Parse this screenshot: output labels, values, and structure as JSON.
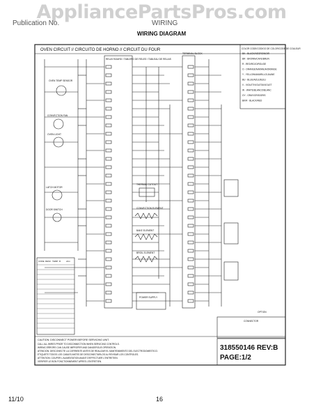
{
  "watermark": "AppliancePartsPros.com",
  "header": {
    "left_code": "Publication No.",
    "right_code": "WIRING"
  },
  "title": "WIRING DIAGRAM",
  "diagram": {
    "heading": "OVEN CIRCUIT // CIRCUITO DE HORNO // CIRCUIT DU FOUR",
    "relay_board": "RELAY BOARD / TABLERO DE RELES / TABLEAU DE RELAIS",
    "terminal_block": "TERMINAL BLOCK",
    "color_title": "COLOR CODE/CODIGO DE COLOR/CODE DE COULEUR",
    "color_codes": [
      "BK - BLACK/NEGRO/NOIR",
      "BR - BROWN/CAFE/BRUN",
      "R - RED/ROJO/ROUGE",
      "O - ORANGE/NARANJA/ORANGE",
      "Y - YELLOW/AMARILLO/JAUNE",
      "BU - BLUE/AZUL/BLEU",
      "V - VIOLET/VIOLETA/VIOLET",
      "W - WHITE/BLANCO/BLANC",
      "GY - GRAY/GRIS/GRIS",
      "BK/R - BLACK/RED"
    ],
    "labels": {
      "temp_sensor": "OVEN TEMP SENSOR",
      "bake": "BAKE ELEMENT",
      "broil": "BROIL ELEMENT",
      "convection": "CONVECTION ELEMENT",
      "fan": "CONVECTION FAN",
      "light": "OVEN LIGHT",
      "latch": "LATCH MOTOR",
      "door_switch": "DOOR SWITCH",
      "power": "POWER SUPPLY",
      "thermal": "THERMAL CUTOUT",
      "connector": "CONNECTOR",
      "option": "OPTION"
    },
    "table_header": [
      "CODE",
      "DESC",
      "TEMP",
      "R",
      "ohm"
    ],
    "caution_title": "CAUTION: DISCONNECT POWER BEFORE SERVICING UNIT.",
    "caution_lines": [
      "CALL ALL WIRES PRIOR TO DISCONNECTION WHEN SERVICING CONTROLS.",
      "WIRING ERRORS CAN CAUSE IMPROPER AND DANGEROUS OPERATION.",
      "ATENCION: DESCONECTE LA CORRIENTE ANTES DE REALIZAR EL MANTENIMIENTO DEL ELECTRODOMESTICO.",
      "ETIQUETE TODOS LOS CABLES ANTES DE DESCONECTARLOS AL REVISAR LOS CONTROLES.",
      "ATTENTION: COUPER L'ALIMENTATION AVANT D'EFFECTUER L'ENTRETIEN.",
      "VERIFIER LE BON FONCTIONNEMENT APRES L'ENTRETIEN."
    ],
    "part_number": "318550146 REV:B",
    "page": "PAGE:1/2"
  },
  "footer": {
    "date": "11/10",
    "page_number": "16"
  }
}
